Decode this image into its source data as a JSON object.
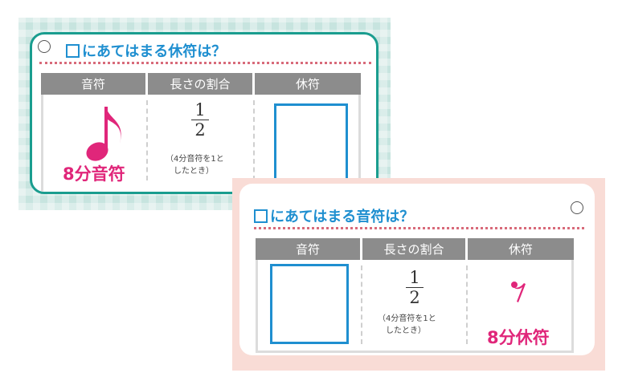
{
  "card_a": {
    "title": "にあてはまる休符は？",
    "headers": [
      "音符",
      "長さの割合",
      "休符"
    ],
    "note_name": "8分音符",
    "fraction": {
      "numerator": "1",
      "denominator": "2"
    },
    "note_text": [
      "（4分音符を1と",
      "したとき）"
    ]
  },
  "card_b": {
    "title": "にあてはまる音符は？",
    "headers": [
      "音符",
      "長さの割合",
      "休符"
    ],
    "rest_name": "8分休符",
    "fraction": {
      "numerator": "1",
      "denominator": "2"
    },
    "note_text": [
      "（4分音符を1と",
      "したとき）"
    ]
  },
  "colors": {
    "accent_blue": "#1f8fd0",
    "pink": "#e0267a",
    "teal_border": "#1a9d8f",
    "header_gray": "#8c8c8c"
  },
  "icons": [
    "eighth-note-icon",
    "eighth-rest-icon",
    "card-hole-icon"
  ]
}
